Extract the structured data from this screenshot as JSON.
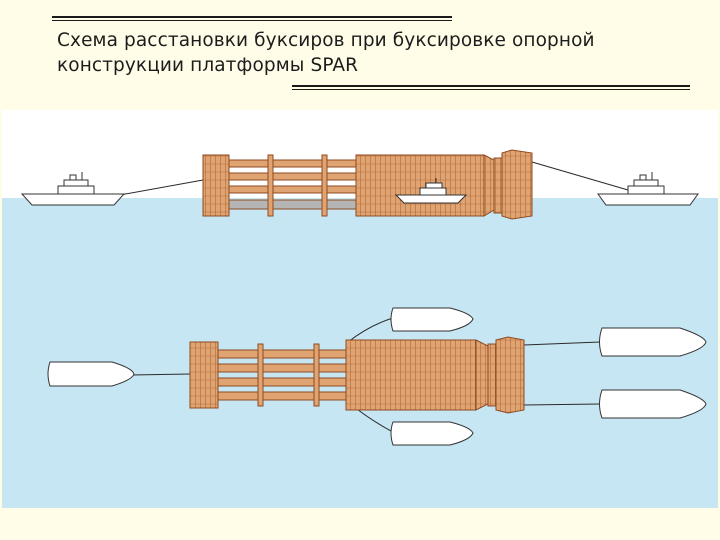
{
  "slide": {
    "title_line1": "Схема расстановки буксиров при буксировке опорной",
    "title_line2": "конструкции платформы SPAR"
  },
  "colors": {
    "background": "#fffde8",
    "sky": "#ffffff",
    "water": "#c7e6f4",
    "structure_fill": "#e0a472",
    "structure_line": "#8e4a20",
    "tow_line": "#2a2a2a",
    "title_rule": "#1a1a1a"
  },
  "diagram": {
    "upper_view": "side-view-towing-with-three-vessels",
    "lower_view": "plan-view-towing-with-five-tugs"
  }
}
